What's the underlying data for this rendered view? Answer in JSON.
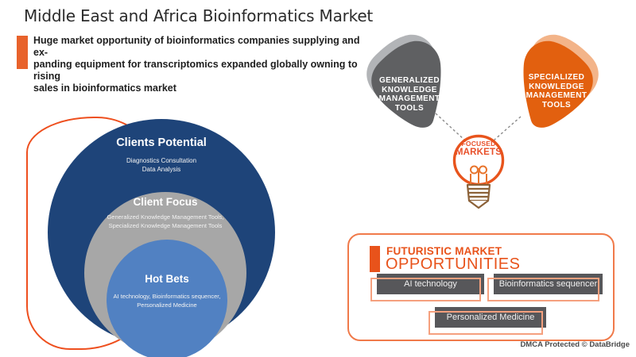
{
  "header": {
    "title": "Middle East and Africa Bioinformatics Market",
    "subtitle_lines": [
      "Huge market opportunity of bioinformatics companies supplying and ex-",
      "panding equipment for transcriptomics expanded globally owning to rising",
      "sales in bioinformatics market"
    ]
  },
  "venn": {
    "rings": [
      {
        "label": "Clients Potential",
        "items": [
          "Diagnostics Consultation",
          "Data Analysis"
        ]
      },
      {
        "label": "Client Focus",
        "items": [
          "Generalized Knowledge Management Tools,",
          "Specialized Knowledge Management Tools"
        ]
      },
      {
        "label": "Hot Bets",
        "items": [
          "AI technology, Bioinformatics sequencer,",
          "Personalized Medicine"
        ]
      }
    ]
  },
  "knowledge_tools": {
    "left_label": "GENERALIZED KNOWLEDGE MANAGEMENT TOOLS",
    "right_label": "SPECIALIZED KNOWLEDGE MANAGEMENT TOOLS",
    "hub_line1": "FOCUSED",
    "hub_line2": "MARKETS"
  },
  "opportunities": {
    "heading_small": "FUTURISTIC MARKET",
    "heading_large": "OPPORTUNITIES",
    "items": [
      "AI technology",
      "Bioinformatics sequencer",
      "Personalized Medicine"
    ]
  },
  "footer": {
    "dmca": "DMCA Protected © DataBridge"
  },
  "colors": {
    "navy": "#1e4479",
    "ring_gray": "#a7a7a7",
    "ring_blue": "#5181c2",
    "orange": "#e8531b",
    "orange_light_outline": "#f5a07e",
    "pick_gray": "#5f6062",
    "pick_gray_shadow": "#a5a7aa",
    "pick_orange": "#e2600f",
    "pick_orange_shadow": "#f2ac7c",
    "bulb_outline": "#e8541c",
    "bulb_base_brown": "#8c6239"
  }
}
